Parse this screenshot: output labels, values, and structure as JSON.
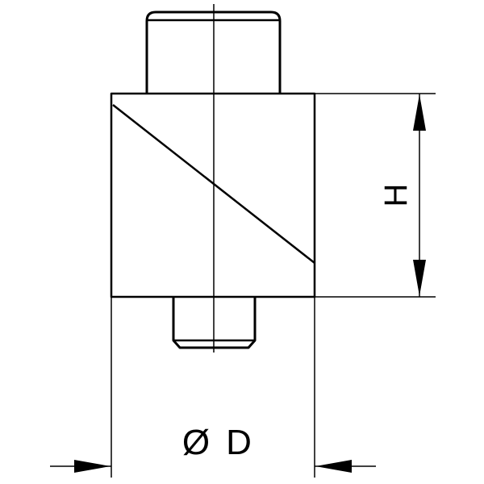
{
  "drawing": {
    "height_label": "H",
    "diameter_symbol": "Ø",
    "diameter_label": "D",
    "line_color": "#000000",
    "background": "#ffffff"
  }
}
